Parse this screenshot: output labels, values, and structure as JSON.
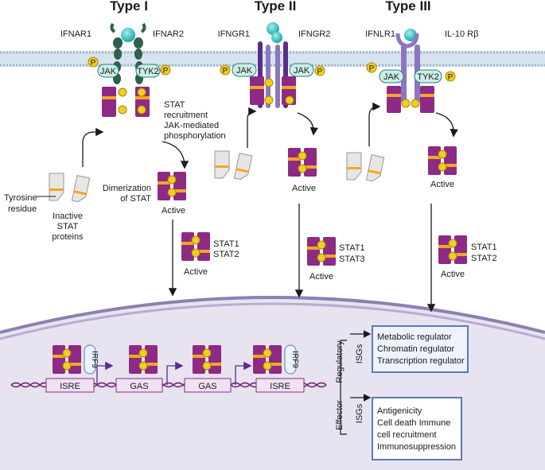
{
  "types": [
    {
      "title": "Type I",
      "receptor_left": "IFNAR1",
      "receptor_right": "IFNAR2",
      "kinase_left": "JAK",
      "kinase_right": "TYK2",
      "stat_pair": [
        "STAT1",
        "STAT2"
      ],
      "active": "Active"
    },
    {
      "title": "Type II",
      "receptor_left": "IFNGR1",
      "receptor_right": "IFNGR2",
      "kinase_left": "JAK",
      "kinase_right": "JAK",
      "stat_pair": [
        "STAT1",
        "STAT3"
      ],
      "active": "Active"
    },
    {
      "title": "Type III",
      "receptor_left": "IFNLR1",
      "receptor_right": "IL-10 Rβ",
      "kinase_left": "JAK",
      "kinase_right": "TYK2",
      "stat_pair": [
        "STAT1",
        "STAT2"
      ],
      "active": "Active"
    }
  ],
  "phospho": "P",
  "annotations": {
    "stat_recruitment": [
      "STAT",
      "recruitment",
      "JAK-mediated",
      "phosphorylation"
    ],
    "dimerization": [
      "Dimerization",
      "of STAT"
    ],
    "tyrosine": [
      "Tyrosine",
      "residue"
    ],
    "inactive": [
      "Inactive",
      "STAT",
      "proteins"
    ],
    "active": "Active"
  },
  "nucleus": {
    "promoters": [
      "ISRE",
      "GAS",
      "GAS",
      "ISRE"
    ],
    "irf9": "IRF9",
    "regulatory": "Regulatory",
    "effector": "Effector",
    "isgs": "ISGs",
    "regulatory_genes": [
      "Metabolic regulator",
      "Chromatin regulator",
      "Transcription regulator"
    ],
    "effector_genes": [
      "Antigenicity",
      "Cell death Immune",
      "cell recruitment",
      "Immunosuppression"
    ]
  },
  "colors": {
    "membrane": "#b9cbe0",
    "stat": "#8c2a86",
    "phosphate": "#f2cd22",
    "tyrosine_band": "#f5a623",
    "ifn_ligand": "#33c6c6",
    "type1_receptor": "#2f5f4f",
    "type2_receptor": "#5a2d8c",
    "type3_receptor": "#8d76c0",
    "kinase": "#cdeee8",
    "nucleus": "#e4e0ee",
    "dna": "#7a2f7d",
    "promoter": "#f0e2f3",
    "gene_box_border": "#5b79b8"
  }
}
